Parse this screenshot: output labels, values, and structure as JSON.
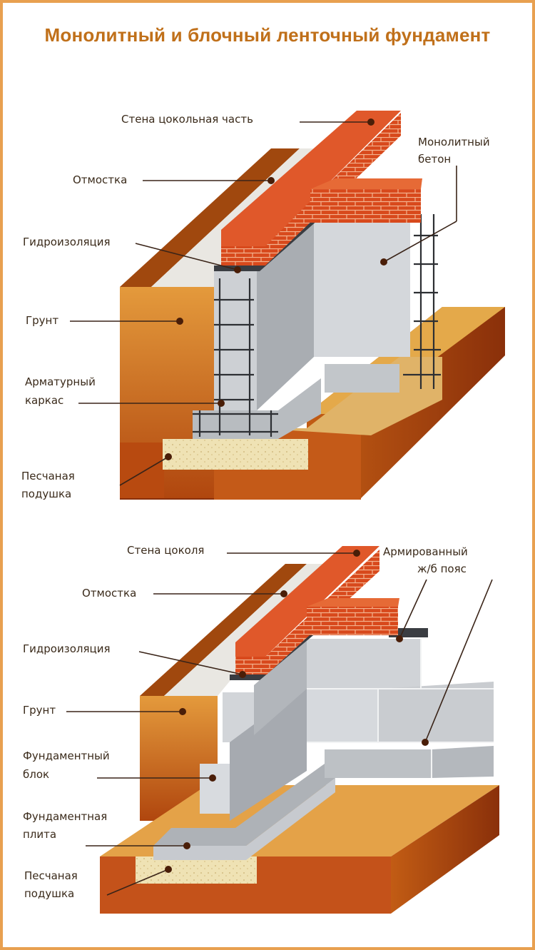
{
  "title": "Монолитный и блочный ленточный фундамент",
  "monolithic": {
    "wall": "Стена  цокольная часть",
    "concrete_1": "Монолитный",
    "concrete_2": "бетон",
    "blind_area": "Отмостка",
    "waterproofing": "Гидроизоляция",
    "soil": "Грунт",
    "rebar_1": "Арматурный",
    "rebar_2": "каркас",
    "sand_1": "Песчаная",
    "sand_2": "подушка"
  },
  "block": {
    "wall": "Стена цоколя",
    "belt_1": "Армированный",
    "belt_2": "ж/б пояс",
    "blind_area": "Отмостка",
    "waterproofing": "Гидроизоляция",
    "soil": "Грунт",
    "block_1": "Фундаментный",
    "block_2": "блок",
    "slab_1": "Фундаментная",
    "slab_2": "плита",
    "sand_1": "Песчаная",
    "sand_2": "подушка"
  },
  "colors": {
    "frame": "#e8a050",
    "title": "#c0701a",
    "soil": "#d4751e",
    "brick": "#d2451c",
    "concrete": "#c4c8cc",
    "sand": "#efe0b0"
  }
}
